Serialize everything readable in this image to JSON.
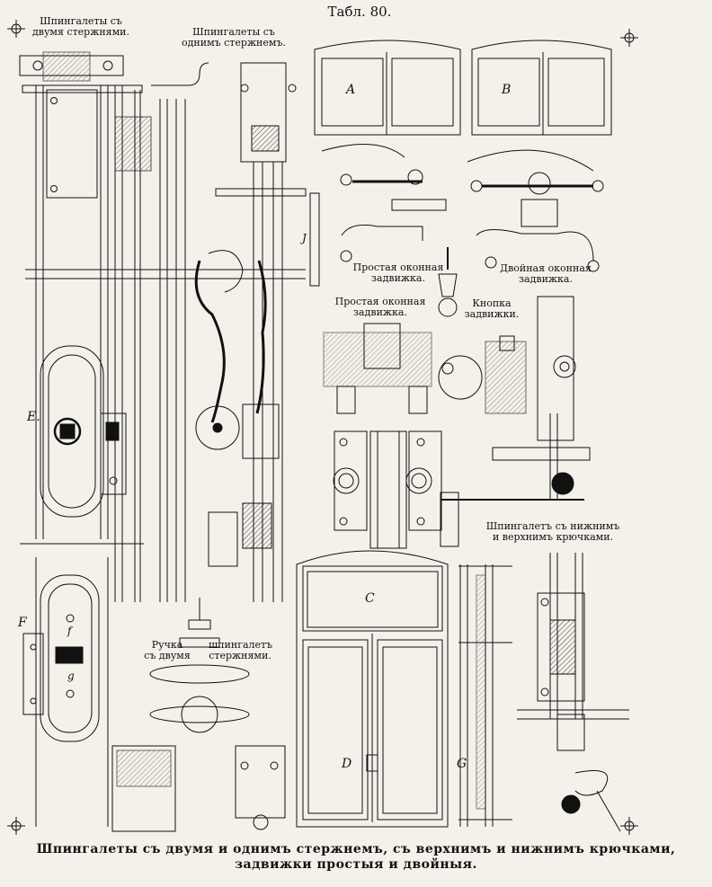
{
  "plate": {
    "title": "Табл. 80.",
    "caption_line1": "Шпингалеты съ двумя и однимъ стержнемъ, съ верхнимъ и нижнимъ крючками,",
    "caption_line2": "задвижки простыя и двойныя."
  },
  "labels": {
    "two_rods_l1": "Шпингалеты съ",
    "two_rods_l2": "двумя стержнями.",
    "one_rod_l1": "Шпингалеты съ",
    "one_rod_l2": "однимъ стержнемъ.",
    "simple_latch_l1": "Простая оконная",
    "simple_latch_l2": "задвижка.",
    "double_latch_l1": "Двойная оконная",
    "double_latch_l2": "задвижка.",
    "simple_latch2_l1": "Простая оконная",
    "simple_latch2_l2": "задвижка.",
    "knob_l1": "Кнопка",
    "knob_l2": "задвижки.",
    "hooks_l1": "Шпингалетъ съ нижнимъ",
    "hooks_l2": "и верхнимъ крючками.",
    "handle_l1": "Ручка",
    "handle_l2": "съ двумя",
    "handle_r1": "шпингалетъ",
    "handle_r2": "стержнями."
  },
  "letters": {
    "A": "A",
    "B": "B",
    "C": "C",
    "D": "D",
    "E": "E.",
    "F": "F",
    "G": "G",
    "f": "f",
    "g": "g",
    "J": "J"
  },
  "colors": {
    "ink": "#111111",
    "paper": "#f4f1ea"
  }
}
